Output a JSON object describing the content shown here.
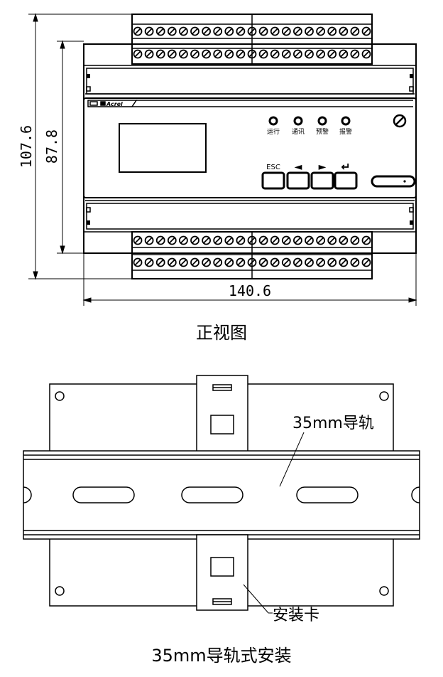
{
  "front_view": {
    "caption": "正视图",
    "dim_total_height": "107.6",
    "dim_body_height": "87.8",
    "dim_width": "140.6",
    "indicators": [
      "运行",
      "通讯",
      "预警",
      "报警"
    ],
    "buttons": [
      "ESC",
      "◄",
      "►",
      "↵"
    ],
    "logo_text": "Acrel",
    "terminal_count_per_row": 21
  },
  "rail_view": {
    "caption": "35mm导轨式安装",
    "rail_label": "35mm导轨",
    "clip_label": "安装卡"
  }
}
